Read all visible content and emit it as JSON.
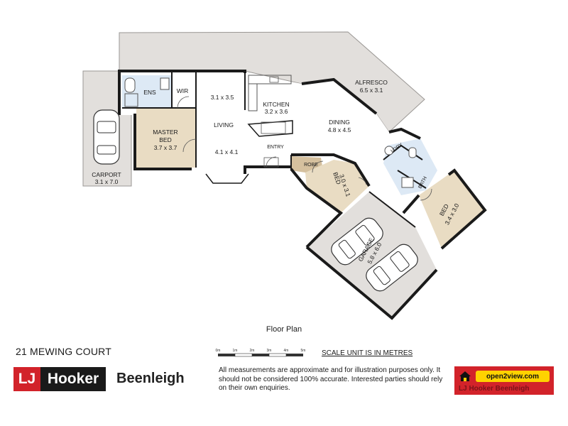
{
  "rooms": {
    "alfresco_name": "ALFRESCO",
    "alfresco_dim": "6.5 x 3.1",
    "ens": "ENS",
    "wir": "WIR",
    "room_dim": "3.1 x 3.5",
    "kitchen_name": "KITCHEN",
    "kitchen_dim": "3.2 x 3.6",
    "living_name": "LIVING",
    "living_dim": "4.1 x 4.1",
    "master_name1": "MASTER",
    "master_name2": "BED",
    "master_dim": "3.7 x 3.7",
    "entry": "ENTRY",
    "dining_name": "DINING",
    "dining_dim": "4.8 x 4.5",
    "carport_name": "CARPORT",
    "carport_dim": "3.1 x 7.0",
    "robe": "ROBE",
    "bed2_name": "BED",
    "bed2_dim": "3.0 x 3.1",
    "ldry": "LDRY",
    "bath": "BATH",
    "bed3_name": "BED",
    "bed3_dim": "3.4 x 3.0",
    "garage_name": "GARAGE",
    "garage_dim": "5.8 x 6.0"
  },
  "caption": "Floor Plan",
  "address": "21 MEWING COURT",
  "scale": {
    "ticks": [
      "0m",
      "1m",
      "2m",
      "3m",
      "4m",
      "5m"
    ],
    "label": "SCALE UNIT IS IN METRES"
  },
  "disclaimer": "All measurements are approximate and for illustration purposes only. It should not be considered 100% accurate. Interested parties should rely on their own enquiries.",
  "branding": {
    "lj": "LJ",
    "hooker": "Hooker",
    "office": "Beenleigh",
    "o2v": "open2view.com",
    "o2v_sub": "LJ Hooker  Beenleigh"
  },
  "colors": {
    "outdoor": "#e2dfdc",
    "bedroom": "#e9dcc3",
    "wet": "#dde9f5",
    "wall": "#1a1a1a",
    "brand_red": "#d2232a",
    "o2v_yellow": "#ffd200"
  }
}
